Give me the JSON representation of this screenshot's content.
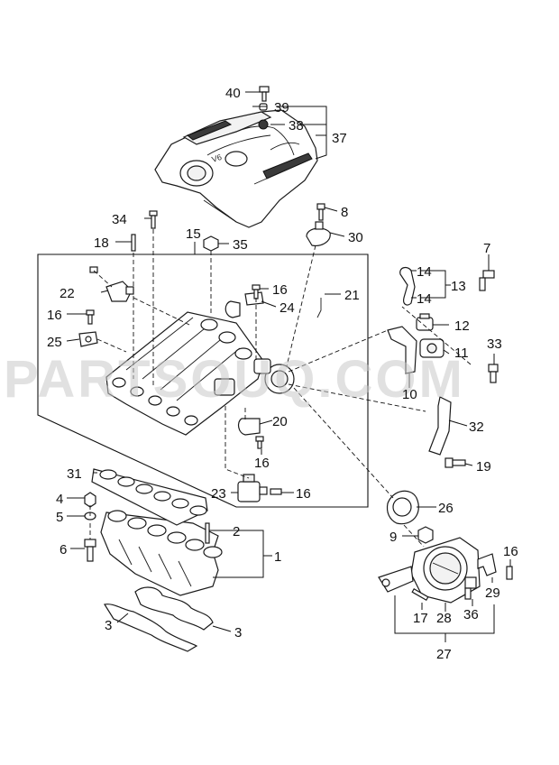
{
  "watermark": "PARTSOUQ.COM",
  "callouts": {
    "c1": "1",
    "c2": "2",
    "c3a": "3",
    "c3b": "3",
    "c4": "4",
    "c5": "5",
    "c6": "6",
    "c7": "7",
    "c8": "8",
    "c9": "9",
    "c10": "10",
    "c11": "11",
    "c12": "12",
    "c13": "13",
    "c14a": "14",
    "c14b": "14",
    "c15": "15",
    "c16a": "16",
    "c16b": "16",
    "c16c": "16",
    "c16d": "16",
    "c16e": "16",
    "c17": "17",
    "c18": "18",
    "c19": "19",
    "c20": "20",
    "c21": "21",
    "c22": "22",
    "c23": "23",
    "c24": "24",
    "c25": "25",
    "c26": "26",
    "c27": "27",
    "c28": "28",
    "c29": "29",
    "c30": "30",
    "c31": "31",
    "c32": "32",
    "c33": "33",
    "c34": "34",
    "c35": "35",
    "c36": "36",
    "c37": "37",
    "c38": "38",
    "c39": "39",
    "c40": "40"
  }
}
